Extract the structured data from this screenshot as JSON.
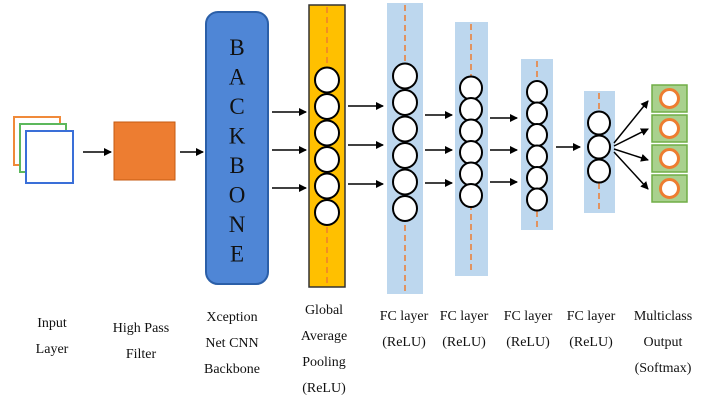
{
  "backbone": {
    "letters": [
      "B",
      "A",
      "C",
      "K",
      "B",
      "O",
      "N",
      "E"
    ]
  },
  "labels": {
    "input": [
      "Input",
      "Layer"
    ],
    "highpass": [
      "High Pass",
      "Filter"
    ],
    "xception": [
      "Xception",
      "Net CNN",
      "Backbone"
    ],
    "gap": [
      "Global",
      "Average",
      "Pooling",
      "(ReLU)"
    ],
    "fc1": [
      "FC layer",
      "(ReLU)"
    ],
    "fc2": [
      "FC layer",
      "(ReLU)"
    ],
    "fc3": [
      "FC layer",
      "(ReLU)"
    ],
    "fc4": [
      "FC layer",
      "(ReLU)"
    ],
    "output": [
      "Multiclass",
      "Output",
      "(Softmax)"
    ]
  },
  "colors": {
    "input_layers": [
      "#f08a3a",
      "#5cb85c",
      "#3a6fd8"
    ],
    "filter": "#ed7d31",
    "backbone_fill": "#4f86d6",
    "backbone_stroke": "#2b5fa8",
    "gap_fill": "#ffc000",
    "gap_stroke": "#333333",
    "fc_fill": "#bdd7ee",
    "dash": "#ed7d31",
    "output_fill": "#a9d18e",
    "output_stroke": "#70ad47",
    "output_node": "#ed7d31"
  }
}
